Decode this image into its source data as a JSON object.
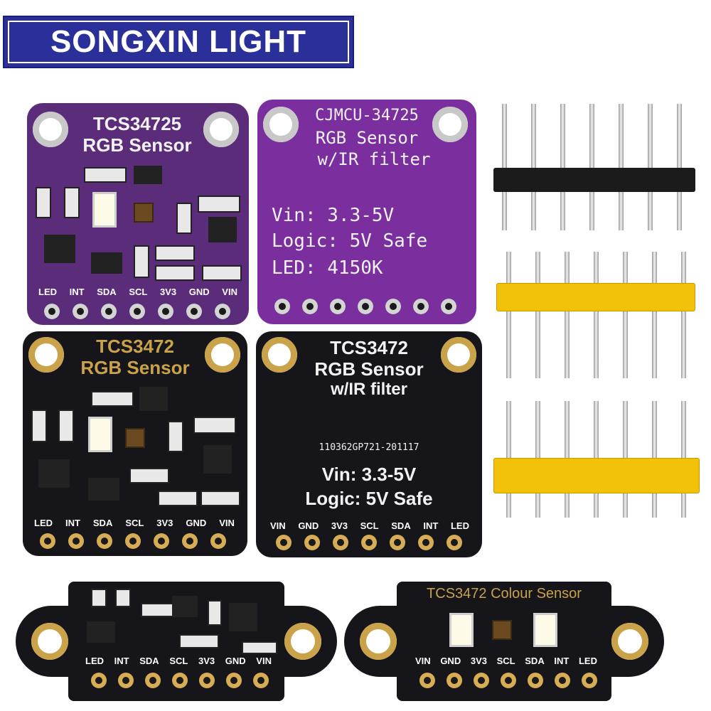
{
  "banner": {
    "brand": "SONGXIN LIGHT"
  },
  "boards": {
    "purple_front": {
      "title_line1": "TCS34725",
      "title_line2": "RGB Sensor",
      "pins": [
        "LED",
        "INT",
        "SDA",
        "SCL",
        "3V3",
        "GND",
        "VIN"
      ]
    },
    "purple_back": {
      "line1": "CJMCU-34725",
      "line2": "RGB Sensor",
      "line3": "w/IR filter",
      "spec1": "Vin: 3.3-5V",
      "spec2": "Logic: 5V Safe",
      "spec3": "LED: 4150K"
    },
    "black_front": {
      "title_line1": "TCS3472",
      "title_line2": "RGB Sensor",
      "pins": [
        "LED",
        "INT",
        "SDA",
        "SCL",
        "3V3",
        "GND",
        "VIN"
      ]
    },
    "black_back": {
      "line1": "TCS3472",
      "line2": "RGB Sensor",
      "line3": "w/IR filter",
      "code": "110362GP721-201117",
      "spec1": "Vin: 3.3-5V",
      "spec2": "Logic: 5V Safe",
      "pins": [
        "VIN",
        "GND",
        "3V3",
        "SCL",
        "SDA",
        "INT",
        "LED"
      ]
    },
    "long_left": {
      "pins": [
        "LED",
        "INT",
        "SDA",
        "SCL",
        "3V3",
        "GND",
        "VIN"
      ]
    },
    "long_right": {
      "title": "TCS3472 Colour Sensor",
      "pins": [
        "VIN",
        "GND",
        "3V3",
        "SCL",
        "SDA",
        "INT",
        "LED"
      ]
    }
  },
  "colors": {
    "banner": "#2a2f9a",
    "purple_pcb": "#5b2c7a",
    "black_pcb": "#15151a",
    "gold": "#c9a24a",
    "header_yellow": "#f2c20a"
  }
}
